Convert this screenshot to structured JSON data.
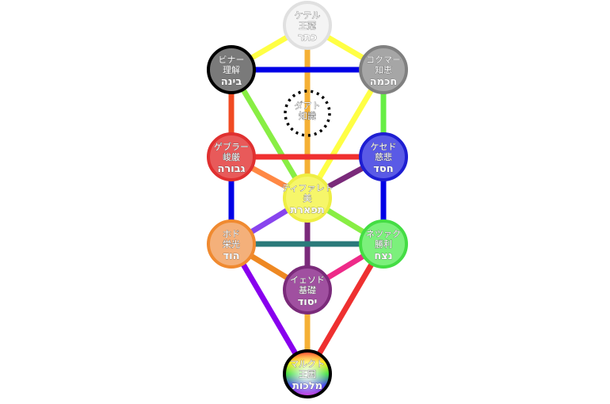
{
  "sephirot": [
    {
      "id": "keter",
      "line1": "ケテル",
      "line2": "王冠",
      "hebrew": "כתר",
      "fill": "#f4f4f4",
      "stroke": "#e0e0e0"
    },
    {
      "id": "chokmah",
      "line1": "コクマー",
      "line2": "知恵",
      "hebrew": "חכמה",
      "fill": "#a6a6a6",
      "stroke": "#808080"
    },
    {
      "id": "binah",
      "line1": "ビナー",
      "line2": "理解",
      "hebrew": "בינה",
      "fill": "#7a7a7a",
      "stroke": "#000000"
    },
    {
      "id": "chesed",
      "line1": "ケセド",
      "line2": "慈悲",
      "hebrew": "חסד",
      "fill": "#5a5ae6",
      "stroke": "#1e1ed2"
    },
    {
      "id": "gevurah",
      "line1": "ゲブラー",
      "line2": "峻厳",
      "hebrew": "גבורה",
      "fill": "#e85a5a",
      "stroke": "#e03030"
    },
    {
      "id": "tiferet",
      "line1": "ティファレト",
      "line2": "美",
      "hebrew": "תפארת",
      "fill": "#f6f66a",
      "stroke": "#eeee44"
    },
    {
      "id": "netzach",
      "line1": "ネツァク",
      "line2": "勝利",
      "hebrew": "נצח",
      "fill": "#7cf07c",
      "stroke": "#44dd44"
    },
    {
      "id": "hod",
      "line1": "ホド",
      "line2": "栄光",
      "hebrew": "הוד",
      "fill": "#f4b07a",
      "stroke": "#f08a30"
    },
    {
      "id": "yesod",
      "line1": "イェソド",
      "line2": "基礎",
      "hebrew": "יסוד",
      "fill": "#a050a0",
      "stroke": "#7a2a7a"
    },
    {
      "id": "malkuth",
      "line1": "マルクト",
      "line2": "王国",
      "hebrew": "מלכות",
      "fill": "rainbow",
      "stroke": "#000000"
    }
  ],
  "daat": {
    "line1": "ダアト",
    "line2": "知識"
  },
  "paths": [
    {
      "from": "keter",
      "to": "chokmah",
      "color": "#ffff44"
    },
    {
      "from": "keter",
      "to": "binah",
      "color": "#ffff44"
    },
    {
      "from": "keter",
      "to": "tiferet",
      "color": "#f5b035"
    },
    {
      "from": "chokmah",
      "to": "binah",
      "color": "#0000e6"
    },
    {
      "from": "chokmah",
      "to": "tiferet",
      "color": "#ffff44"
    },
    {
      "from": "chokmah",
      "to": "chesed",
      "color": "#66ee44"
    },
    {
      "from": "binah",
      "to": "tiferet",
      "color": "#88ee44"
    },
    {
      "from": "binah",
      "to": "gevurah",
      "color": "#f04a22"
    },
    {
      "from": "chesed",
      "to": "gevurah",
      "color": "#f03030"
    },
    {
      "from": "chesed",
      "to": "tiferet",
      "color": "#7a2a7a"
    },
    {
      "from": "chesed",
      "to": "netzach",
      "color": "#0000e6"
    },
    {
      "from": "gevurah",
      "to": "tiferet",
      "color": "#ff8844"
    },
    {
      "from": "gevurah",
      "to": "hod",
      "color": "#0000e6"
    },
    {
      "from": "tiferet",
      "to": "netzach",
      "color": "#88ee44"
    },
    {
      "from": "tiferet",
      "to": "hod",
      "color": "#8844ee"
    },
    {
      "from": "tiferet",
      "to": "yesod",
      "color": "#7a2a7a"
    },
    {
      "from": "netzach",
      "to": "hod",
      "color": "#2a7a7a"
    },
    {
      "from": "netzach",
      "to": "yesod",
      "color": "#ee2a88"
    },
    {
      "from": "netzach",
      "to": "malkuth",
      "color": "#ee3030"
    },
    {
      "from": "hod",
      "to": "yesod",
      "color": "#ee8822"
    },
    {
      "from": "hod",
      "to": "malkuth",
      "color": "#8800ee"
    },
    {
      "from": "yesod",
      "to": "malkuth",
      "color": "#f5b035"
    }
  ]
}
